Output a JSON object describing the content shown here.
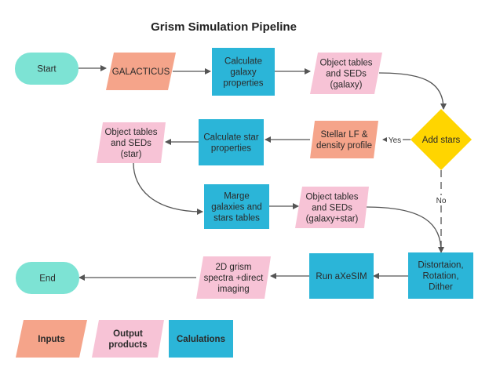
{
  "title": "Grism Simulation Pipeline",
  "colors": {
    "terminal": "#7de3d4",
    "input": "#f5a48a",
    "output": "#f7c3d6",
    "calc": "#2bb5d8",
    "decision": "#ffd500",
    "line": "#555555"
  },
  "nodes": {
    "start": [
      "Start"
    ],
    "galacticus": [
      "GALACTICUS"
    ],
    "calc_galaxy": [
      "Calculate",
      "galaxy",
      "properties"
    ],
    "obj_galaxy": [
      "Object tables",
      "and SEDs",
      "(galaxy)"
    ],
    "add_stars": [
      "Add stars"
    ],
    "stellar_lf": [
      "Stellar LF &",
      "density profile"
    ],
    "calc_star": [
      "Calculate star",
      "properties"
    ],
    "obj_star": [
      "Object tables",
      "and SEDs",
      "(star)"
    ],
    "merge": [
      "Marge",
      "galaxies and",
      "stars tables"
    ],
    "obj_combined": [
      "Object tables",
      "and SEDs",
      "(galaxy+star)"
    ],
    "distortion": [
      "Distortaion,",
      "Rotation,",
      "Dither"
    ],
    "axesim": [
      "Run aXeSIM"
    ],
    "grism": [
      "2D grism",
      "spectra +direct",
      "imaging"
    ],
    "end": [
      "End"
    ]
  },
  "edge_labels": {
    "yes": "Yes",
    "no": "No"
  },
  "legend": {
    "inputs": [
      "Inputs"
    ],
    "outputs": [
      "Output",
      "products"
    ],
    "calcs": [
      "Calulations"
    ]
  }
}
